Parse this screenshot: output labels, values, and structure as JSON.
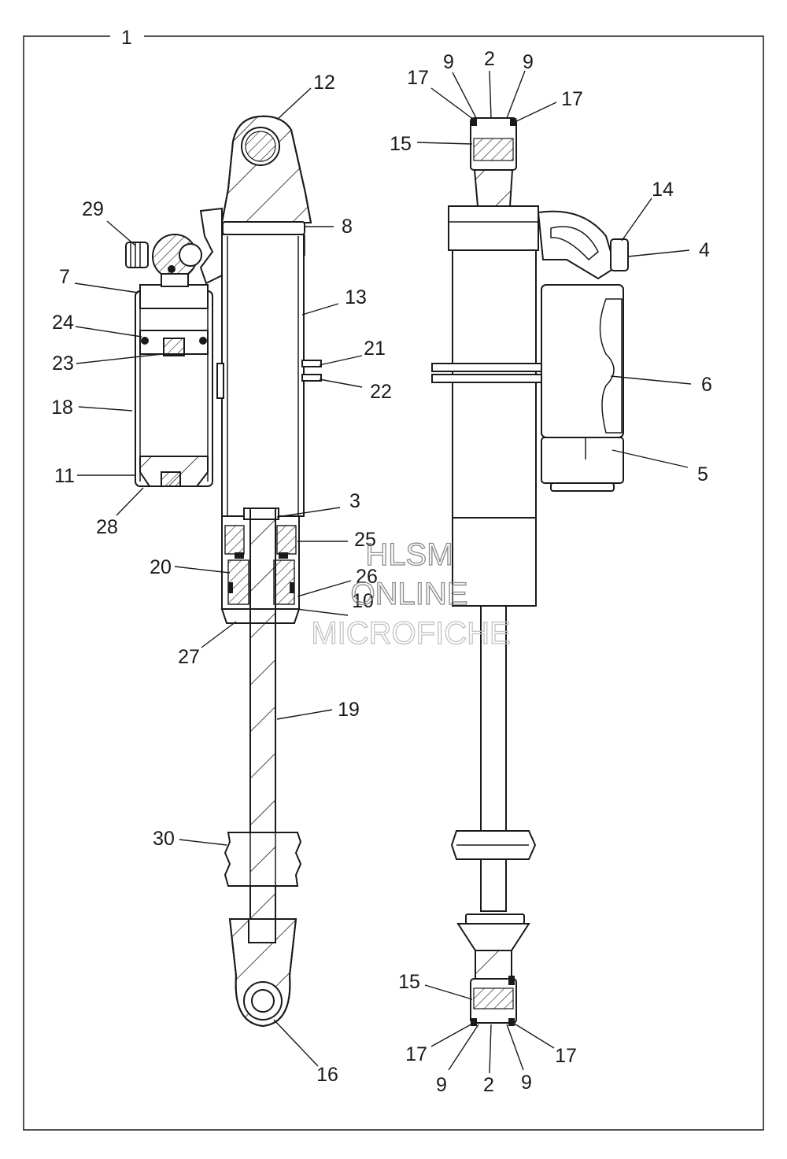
{
  "diagram": {
    "type": "exploded-parts-view",
    "subject": "shock absorber assembly",
    "frame_callout": "1",
    "callouts": [
      "1",
      "2",
      "3",
      "4",
      "5",
      "6",
      "7",
      "8",
      "9",
      "10",
      "11",
      "12",
      "13",
      "14",
      "15",
      "16",
      "17",
      "18",
      "19",
      "20",
      "21",
      "22",
      "23",
      "24",
      "25",
      "26",
      "27",
      "28",
      "29",
      "30"
    ],
    "left_view": {
      "labels": {
        "c12": "12",
        "c29": "29",
        "c8": "8",
        "c7": "7",
        "c13": "13",
        "c24": "24",
        "c21": "21",
        "c23": "23",
        "c22": "22",
        "c18": "18",
        "c11": "11",
        "c3": "3",
        "c28": "28",
        "c25": "25",
        "c20": "20",
        "c26": "26",
        "c10": "10",
        "c27": "27",
        "c19": "19",
        "c30": "30",
        "c16": "16"
      }
    },
    "right_view": {
      "labels": {
        "c17a": "17",
        "c9a": "9",
        "c2a": "2",
        "c9b": "9",
        "c17b": "17",
        "c15a": "15",
        "c14": "14",
        "c4": "4",
        "c6": "6",
        "c5": "5",
        "c15b": "15",
        "c17c": "17",
        "c9c": "9",
        "c2b": "2",
        "c9d": "9",
        "c17d": "17"
      }
    }
  },
  "watermark": {
    "line1": "HLSM",
    "line2": "ONLINE",
    "line3": "MICROFICHE"
  },
  "colors": {
    "ink": "#1a1a1a",
    "paper": "#ffffff",
    "watermark": "#8a8a8a"
  }
}
